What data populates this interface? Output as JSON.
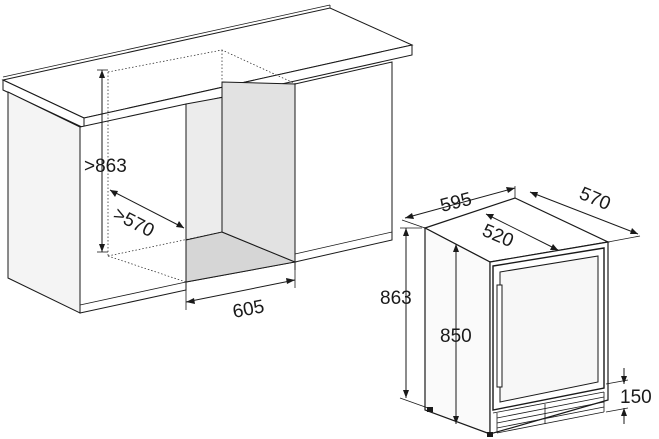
{
  "niche": {
    "height_label": ">863",
    "depth_label": ">570",
    "width_label": "605"
  },
  "appliance": {
    "width_label": "595",
    "depth_label": "570",
    "inner_depth_label": "520",
    "height_label": "863",
    "body_height_label": "850",
    "plinth_label": "150"
  },
  "colors": {
    "line": "#1a1a1a",
    "niche_fill": "#ececec",
    "niche_floor": "#d6d6d6"
  }
}
